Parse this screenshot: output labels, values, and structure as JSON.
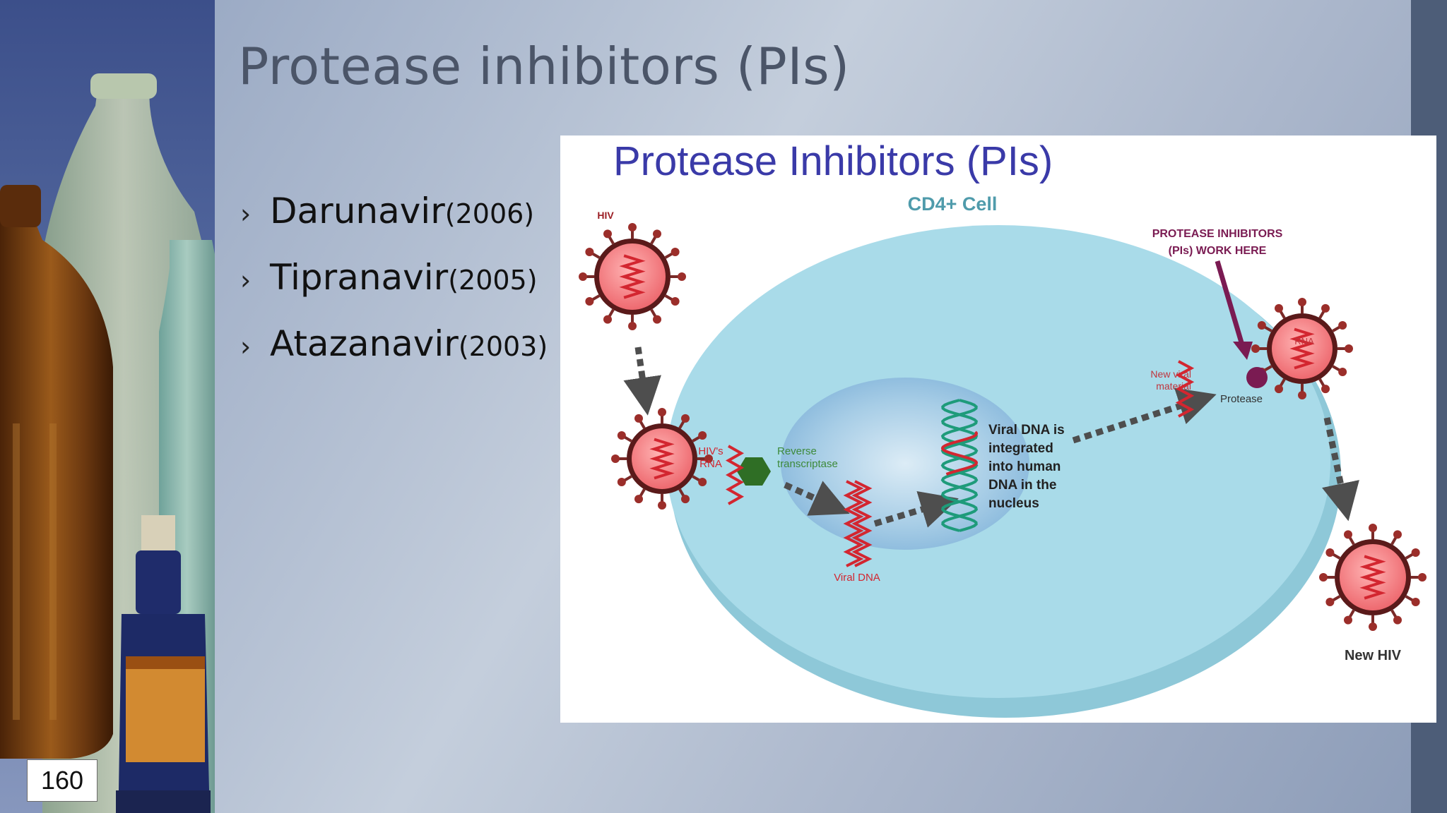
{
  "slide": {
    "title": "Protease inhibitors (PIs)",
    "bullets": [
      {
        "drug": "Darunavir",
        "year": "(2006)"
      },
      {
        "drug": "Tipranavir",
        "year": "(2005)"
      },
      {
        "drug": "Atazanavir",
        "year": "(2003)"
      }
    ],
    "bullet_icon": "chevron-right-icon",
    "page_number": "160"
  },
  "diagram": {
    "title": "Protease Inhibitors (PIs)",
    "cell_label": "CD4+ Cell",
    "hiv_label": "HIV",
    "hiv_rna_label_line1": "HIV's",
    "hiv_rna_label_line2": "RNA",
    "reverse_transcriptase_line1": "Reverse",
    "reverse_transcriptase_line2": "transcriptase",
    "viral_dna_label": "Viral DNA",
    "nucleus_text": [
      "Viral DNA is",
      "integrated",
      "into human",
      "DNA in the",
      "nucleus"
    ],
    "new_viral_material_line1": "New viral",
    "new_viral_material_line2": "material",
    "protease_label": "Protease",
    "rna_label": "RNA",
    "pi_callout_line1": "PROTEASE INHIBITORS",
    "pi_callout_line2": "(PIs) WORK HERE",
    "new_hiv_label": "New HIV"
  },
  "colors": {
    "diagram_title": "#3a3aa8",
    "cell_fill": "#a9dbe9",
    "nucleus_fill": "#8fc0df",
    "virus_body": "#f3787d",
    "virus_ring": "#5a1a1a",
    "rna_red": "#d32630",
    "dna_green": "#1e9b7a",
    "enzyme_green": "#2f6e25",
    "callout_purple": "#7a1b52",
    "arrow_gray": "#4e4e4e",
    "cell_label_teal": "#4f9bab"
  }
}
